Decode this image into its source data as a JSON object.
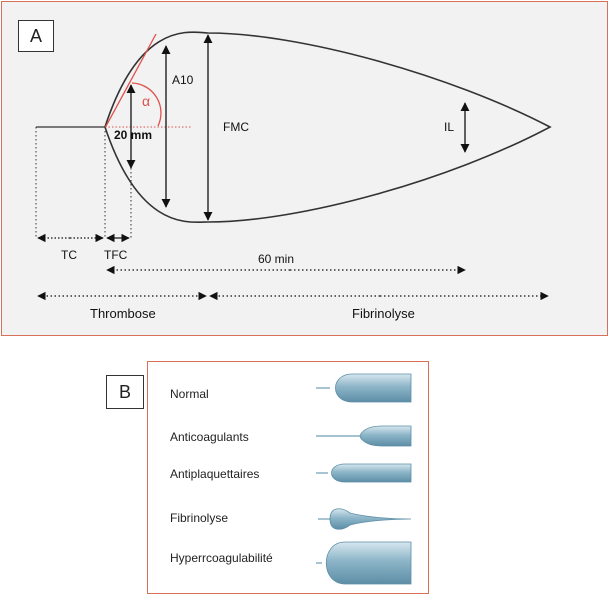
{
  "panel_a": {
    "label": "A",
    "measurements": {
      "a10": "A10",
      "fmc": "FMC",
      "il": "IL",
      "alpha": "α",
      "twenty_mm": "20 mm",
      "tc": "TC",
      "tfc": "TFC",
      "sixty_min": "60 min"
    },
    "phases": {
      "thrombose": "Thrombose",
      "fibrinolyse": "Fibrinolyse"
    },
    "colors": {
      "curve": "#333333",
      "tangent": "#e0504a",
      "alpha": "#e0504a",
      "frame": "#d9705a"
    }
  },
  "panel_b": {
    "label": "B",
    "profiles": [
      {
        "name": "Normal"
      },
      {
        "name": "Anticoagulants"
      },
      {
        "name": "Antiplaquettaires"
      },
      {
        "name": "Fibrinolyse"
      },
      {
        "name": "Hyperrcoagulabilité"
      }
    ],
    "colors": {
      "shape_dark": "#6e9db3",
      "shape_light": "#d7e7ef"
    }
  }
}
